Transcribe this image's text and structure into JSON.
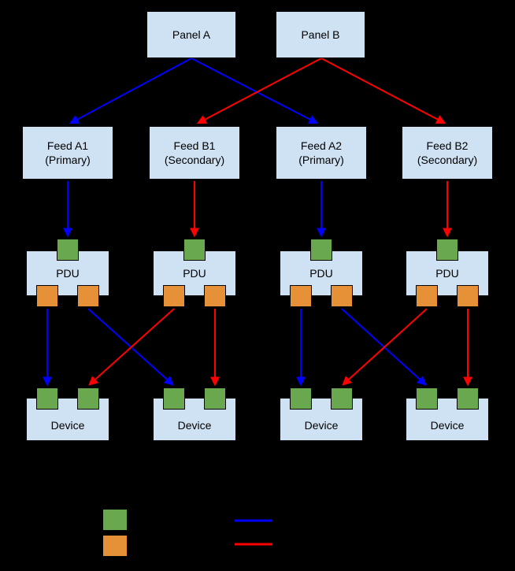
{
  "panels": [
    {
      "label": "Panel A"
    },
    {
      "label": "Panel B"
    }
  ],
  "feeds": [
    {
      "name": "Feed A1",
      "role": "(Primary)"
    },
    {
      "name": "Feed B1",
      "role": "(Secondary)"
    },
    {
      "name": "Feed A2",
      "role": "(Primary)"
    },
    {
      "name": "Feed B2",
      "role": "(Secondary)"
    }
  ],
  "pdus": {
    "label": "PDU"
  },
  "devices": {
    "label": "Device"
  },
  "colors": {
    "background": "#000000",
    "node_fill": "#cfe2f3",
    "node_border": "#000000",
    "input_port_green": "#6aa84f",
    "output_port_orange": "#e69138",
    "primary_path_blue": "#0000ff",
    "secondary_path_red": "#ff0000"
  },
  "legend": {
    "green_swatch_color": "#6aa84f",
    "orange_swatch_color": "#e69138",
    "blue_line_color": "#0000ff",
    "red_line_color": "#ff0000"
  }
}
